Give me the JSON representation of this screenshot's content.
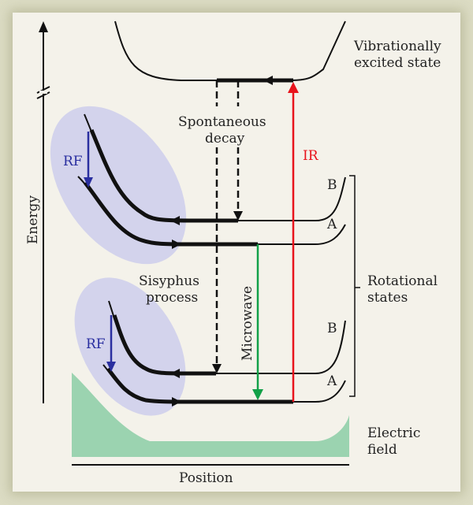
{
  "labels": {
    "excited_state_line1": "Vibrationally",
    "excited_state_line2": "excited state",
    "spontaneous_line1": "Spontaneous",
    "spontaneous_line2": "decay",
    "ir": "IR",
    "rf_upper": "RF",
    "rf_lower": "RF",
    "b_upper": "B",
    "a_upper": "A",
    "b_lower": "B",
    "a_lower": "A",
    "rotational_line1": "Rotational",
    "rotational_line2": "states",
    "sisyphus_line1": "Sisyphus",
    "sisyphus_line2": "process",
    "microwave": "Microwave",
    "energy_axis": "Energy",
    "position_axis": "Position",
    "electric_line1": "Electric",
    "electric_line2": "field"
  },
  "colors": {
    "background": "#f4f2ea",
    "outer": "#dcdcc4",
    "ellipse": "#d3d3ec",
    "field": "#9bd3b0",
    "ir": "#e8141c",
    "microwave": "#12a048",
    "rf": "#2a2fa0",
    "line": "#111111"
  }
}
